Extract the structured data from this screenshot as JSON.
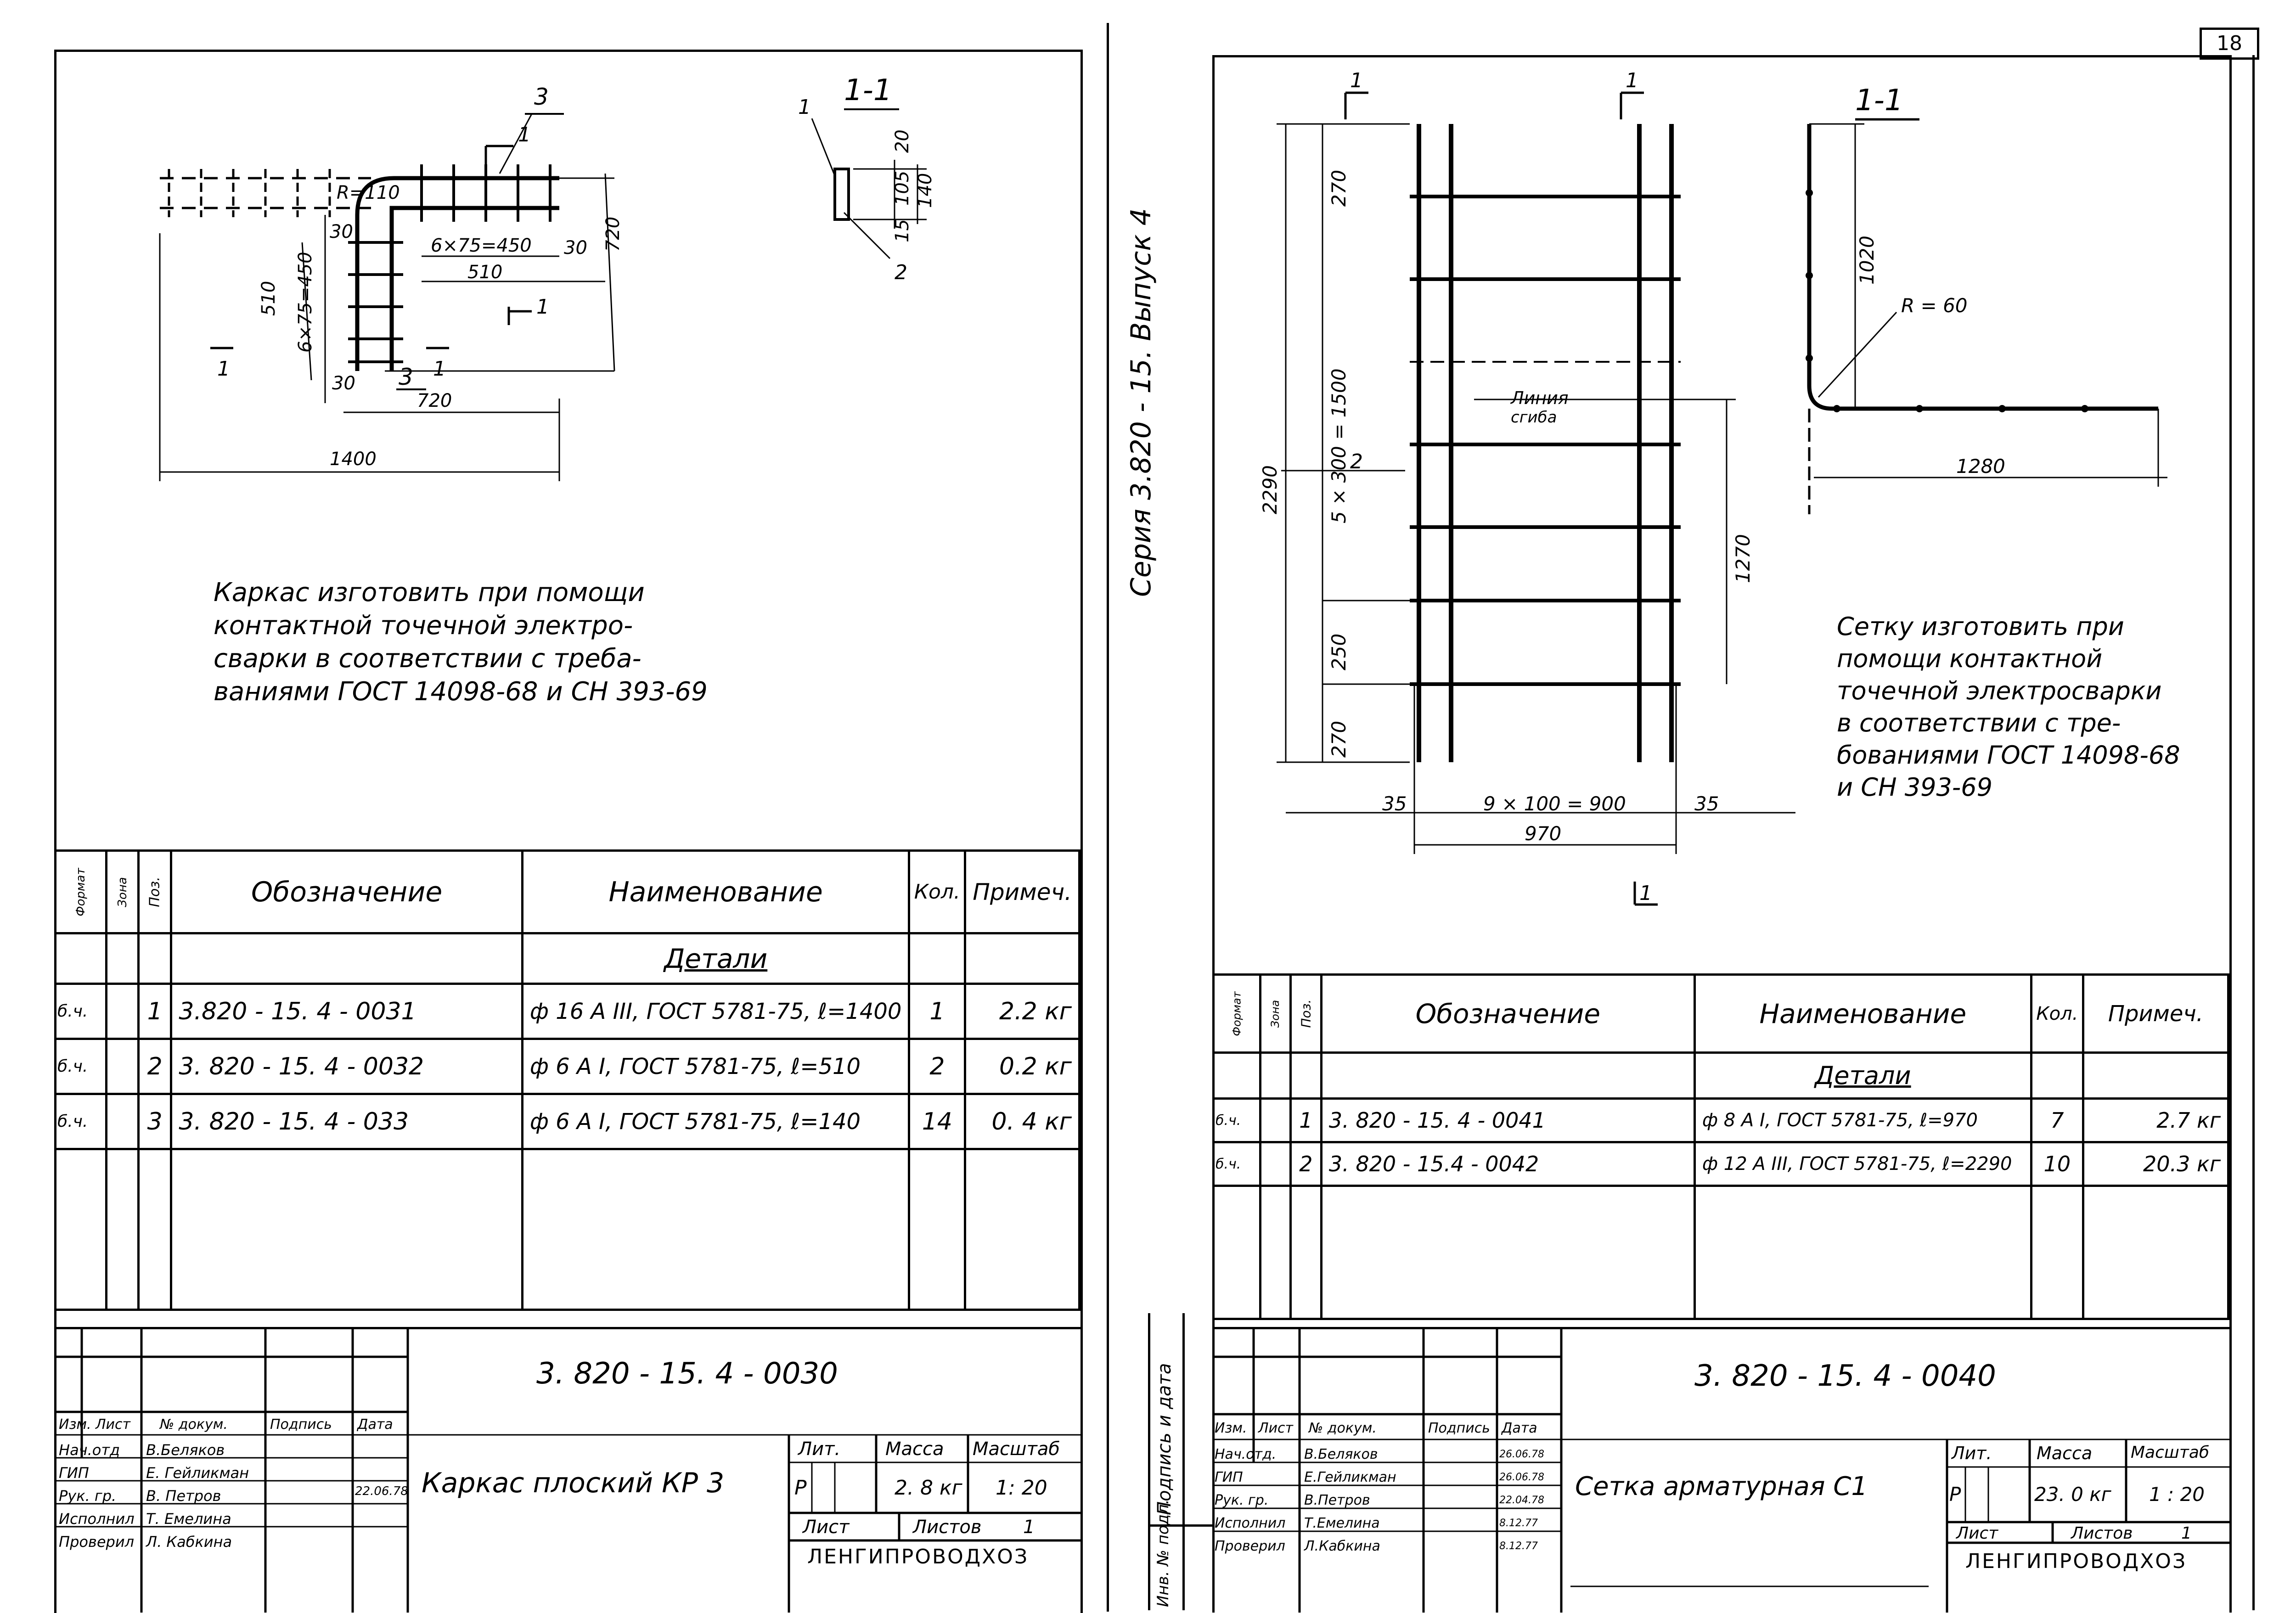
{
  "page_number": "18",
  "series_vertical": "Серия  3.820 - 15.  Выпуск 4",
  "left": {
    "section": "1-1",
    "dims": {
      "r110": "R=110",
      "d6x75_450": "6×75=450",
      "d30a": "30",
      "d30b": "30",
      "d30c": "30",
      "d510a": "510",
      "d510b": "510",
      "d6x75v": "6×75=450",
      "d720a": "720",
      "d720b": "720",
      "d1400": "1400",
      "s20": "20",
      "s105": "105",
      "s140": "140",
      "s15": "15"
    },
    "marks": {
      "m1": "1",
      "m2": "2",
      "m3a": "3",
      "m3b": "3",
      "cut1": "1",
      "cut2": "1",
      "cut3": "1",
      "cut4": "1"
    },
    "note": [
      "Каркас изготовить при помощи",
      "контактной точечной электро-",
      "сварки в соответствии с треба-",
      "ваниями ГОСТ 14098-68  и СН 393-69"
    ],
    "spec": {
      "h_format": "Формат",
      "h_zone": "Зона",
      "h_pos": "Поз.",
      "h_designation": "Обозначение",
      "h_name": "Наименование",
      "h_qty": "Кол.",
      "h_note": "Примеч.",
      "section_title": "Детали",
      "rows": [
        {
          "fmt": "б.ч.",
          "pos": "1",
          "des": "3.820 - 15. 4 - 0031",
          "name": "ф 16 А III, ГОСТ 5781-75, ℓ=1400",
          "qty": "1",
          "note": "2.2 кг"
        },
        {
          "fmt": "б.ч.",
          "pos": "2",
          "des": "3. 820 - 15. 4 - 0032",
          "name": "ф 6 А I, ГОСТ 5781-75, ℓ=510",
          "qty": "2",
          "note": "0.2 кг"
        },
        {
          "fmt": "б.ч.",
          "pos": "3",
          "des": "3. 820 - 15. 4 - 033",
          "name": "ф 6 А I, ГОСТ 5781-75, ℓ=140",
          "qty": "14",
          "note": "0. 4 кг"
        }
      ]
    },
    "stamp": {
      "code": "3. 820 - 15. 4 - 0030",
      "title": "Каркас плоский  КР 3",
      "col_izm": "Изм.",
      "col_list": "Лист",
      "col_doc": "№ докум.",
      "col_sign": "Подпись",
      "col_date": "Дата",
      "people": [
        {
          "role": "Нач.отд",
          "name": "В.Беляков",
          "date": ""
        },
        {
          "role": "ГИП",
          "name": "Е. Гейликман",
          "date": ""
        },
        {
          "role": "Рук. гр.",
          "name": "В. Петров",
          "date": "22.06.78"
        },
        {
          "role": "Исполнил",
          "name": "Т. Емелина",
          "date": ""
        },
        {
          "role": "Проверил",
          "name": "Л. Кабкина",
          "date": ""
        }
      ],
      "lit_h": "Лит.",
      "mass_h": "Масса",
      "scale_h": "Масштаб",
      "lit": "Р",
      "mass": "2. 8 кг",
      "scale": "1: 20",
      "sheet_h": "Лист",
      "sheets_h": "Листов",
      "sheets": "1",
      "org": "ЛЕНГИПРОВОДХОЗ"
    }
  },
  "right": {
    "section": "1-1",
    "dims": {
      "d270a": "270",
      "d5x300": "5 × 300 = 1500",
      "d250": "250",
      "d270b": "270",
      "d2290": "2290",
      "d1270": "1270",
      "d35a": "35",
      "d9x100": "9 × 100 = 900",
      "d35b": "35",
      "d970": "970",
      "d1020": "1020",
      "r60": "R = 60",
      "d1280": "1280"
    },
    "bend_line": [
      "Линия",
      "сгиба"
    ],
    "marks": {
      "cut1": "1",
      "cut2": "1",
      "cut3": "1",
      "m2": "2"
    },
    "note": [
      "Сетку изготовить при",
      "помощи контактной",
      "точечной электросварки",
      "в соответствии с тре-",
      "бованиями ГОСТ 14098-68",
      "и СН 393-69"
    ],
    "spec": {
      "h_format": "Формат",
      "h_zone": "Зона",
      "h_pos": "Поз.",
      "h_designation": "Обозначение",
      "h_name": "Наименование",
      "h_qty": "Кол.",
      "h_note": "Примеч.",
      "section_title": "Детали",
      "rows": [
        {
          "fmt": "б.ч.",
          "pos": "1",
          "des": "3. 820 - 15. 4 - 0041",
          "name": "ф 8 А I, ГОСТ 5781-75, ℓ=970",
          "qty": "7",
          "note": "2.7 кг"
        },
        {
          "fmt": "б.ч.",
          "pos": "2",
          "des": "3. 820 - 15.4 - 0042",
          "name": "ф 12 А III, ГОСТ 5781-75, ℓ=2290",
          "qty": "10",
          "note": "20.3 кг"
        }
      ]
    },
    "side_labels": [
      "Подпись и дата",
      "Инв. № подл."
    ],
    "stamp": {
      "code": "3. 820 - 15. 4 - 0040",
      "title": "Сетка  арматурная  С1",
      "col_izm": "Изм.",
      "col_list": "Лист",
      "col_doc": "№ докум.",
      "col_sign": "Подпись",
      "col_date": "Дата",
      "people": [
        {
          "role": "Нач.отд.",
          "name": "В.Беляков",
          "date": "26.06.78"
        },
        {
          "role": "ГИП",
          "name": "Е.Гейликман",
          "date": "26.06.78"
        },
        {
          "role": "Рук. гр.",
          "name": "В.Петров",
          "date": "22.04.78"
        },
        {
          "role": "Исполнил",
          "name": "Т.Емелина",
          "date": "8.12.77"
        },
        {
          "role": "Проверил",
          "name": "Л.Кабкина",
          "date": "8.12.77"
        }
      ],
      "lit_h": "Лит.",
      "mass_h": "Масса",
      "scale_h": "Масштаб",
      "lit": "Р",
      "mass": "23. 0 кг",
      "scale": "1 : 20",
      "sheet_h": "Лист",
      "sheets_h": "Листов",
      "sheets": "1",
      "org": "ЛЕНГИПРОВОДХОЗ"
    }
  }
}
